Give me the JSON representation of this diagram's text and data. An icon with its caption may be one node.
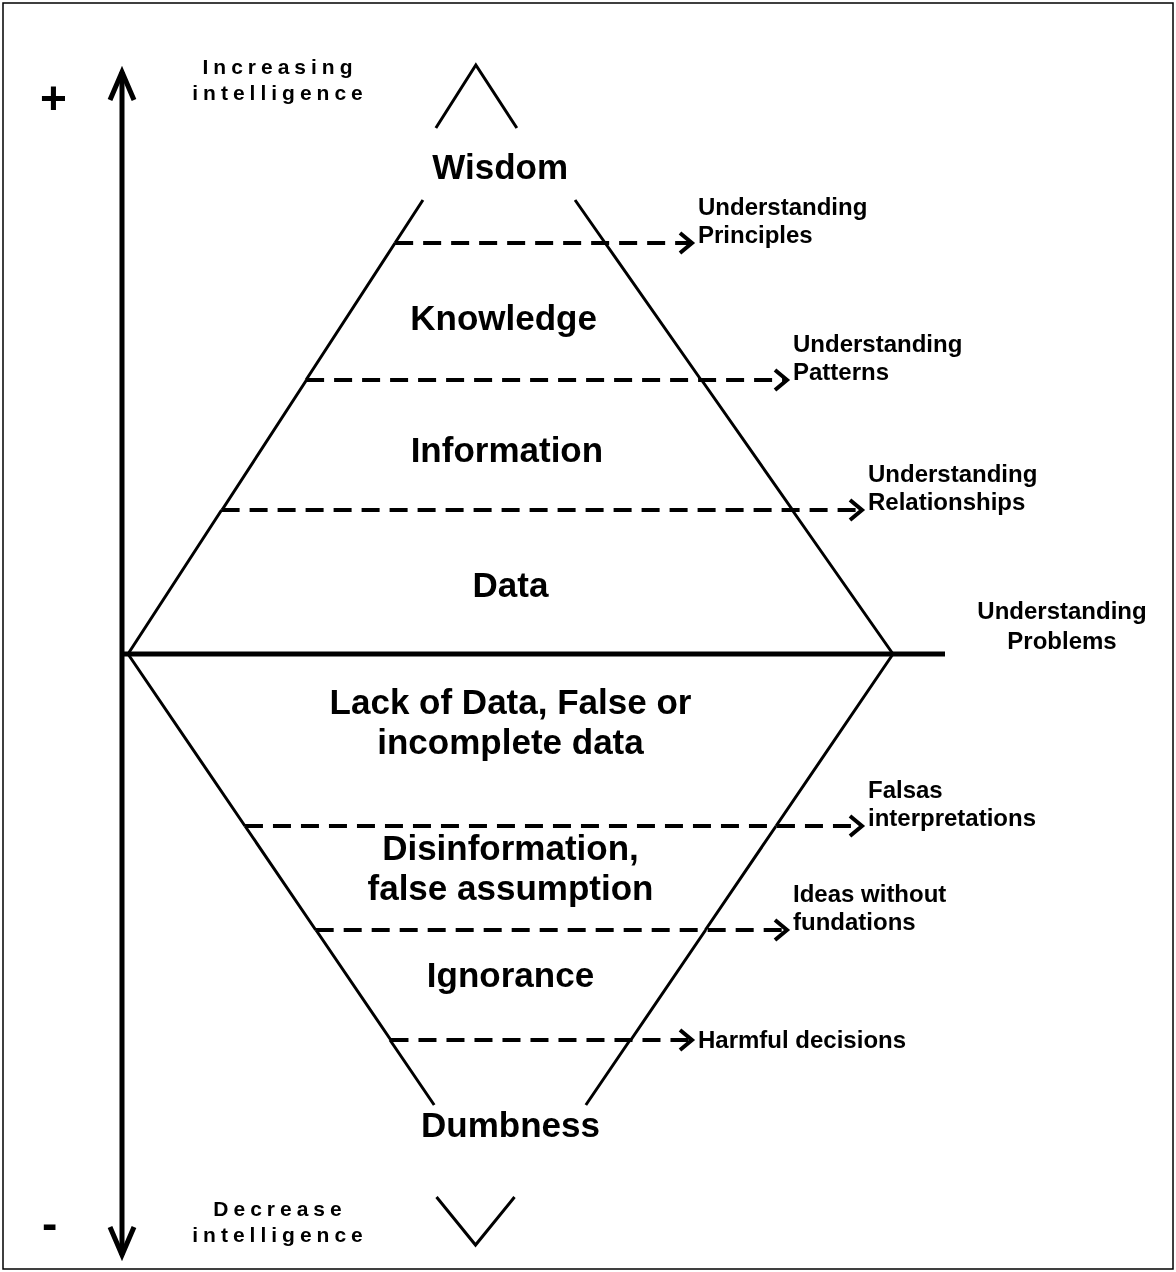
{
  "diagram": {
    "nodes": [
      {
        "text": [
          "Wisdom"
        ]
      },
      {
        "text": [
          "Knowledge"
        ]
      },
      {
        "text": [
          "Information"
        ]
      },
      {
        "text": [
          "Data"
        ]
      },
      {
        "text": [
          "Lack of Data, False or incomplete data"
        ]
      },
      {
        "text": [
          "Disinformation, false assumption"
        ]
      },
      {
        "text": [
          "Ignorance"
        ]
      },
      {
        "text": [
          "Dumbness"
        ]
      },
      {
        "text": [
          "Understanding Principles"
        ]
      },
      {
        "text": [
          "Understanding Patterns"
        ]
      },
      {
        "text": [
          "Understanding Relationships"
        ]
      },
      {
        "text": [
          "Falsas interpretations"
        ]
      },
      {
        "text": [
          "Ideas without fundations"
        ]
      },
      {
        "text": [
          "Harmful decisions"
        ]
      }
    ],
    "edges": [
      {
        "from": 1,
        "to": 8,
        "arrow": "to",
        "style": "dashed"
      },
      {
        "from": 2,
        "to": 9,
        "arrow": "to",
        "style": "dashed"
      },
      {
        "from": 3,
        "to": 10,
        "arrow": "to",
        "style": "dashed"
      },
      {
        "from": 4,
        "to": 11,
        "arrow": "to",
        "style": "dashed"
      },
      {
        "from": 5,
        "to": 12,
        "arrow": "to",
        "style": "dashed"
      },
      {
        "from": 6,
        "to": 13,
        "arrow": "to",
        "style": "dashed"
      }
    ],
    "labels": [
      "+",
      "Increasing intelligence",
      "Understanding Problems",
      "-",
      "Decrease intelligence"
    ]
  }
}
